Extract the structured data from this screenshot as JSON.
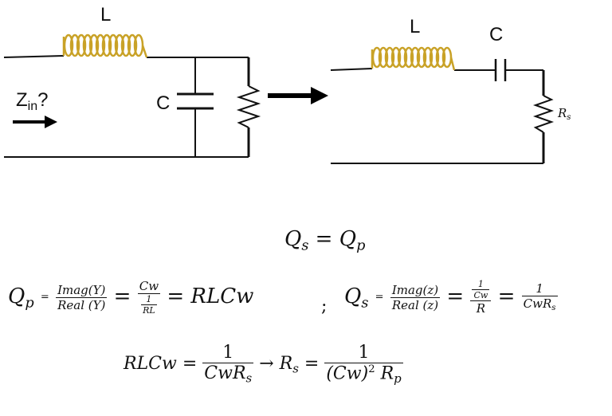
{
  "left_circuit": {
    "inductor_label": "L",
    "capacitor_label": "C",
    "zin_base": "Z",
    "zin_sub": "in",
    "zin_q": "?"
  },
  "right_circuit": {
    "inductor_label": "L",
    "capacitor_label": "C",
    "resistor_base": "R",
    "resistor_sub": "s"
  },
  "colors": {
    "coil": "#c9a227",
    "wire": "#111111",
    "arrow": "#000000"
  },
  "equations": {
    "q_equal": {
      "lhs": "Q",
      "lhs_sub": "s",
      "eq": "=",
      "rhs": "Q",
      "rhs_sub": "p"
    },
    "qp": {
      "lhs": "Q",
      "lhs_sub": "p",
      "eq1": "=",
      "num": "Imag(Y)",
      "den": "Real (Y)",
      "eq2": "=",
      "num2": "Cw",
      "den2_num": "1",
      "den2_den": "RL",
      "eq3": "=",
      "result": "RLCw"
    },
    "separator": ";",
    "qs": {
      "lhs": "Q",
      "lhs_sub": "s",
      "eq1": "=",
      "num": "Imag(z)",
      "den": "Real (z)",
      "eq2": "=",
      "num2_num": "1",
      "num2_den": "Cw",
      "den2": "R",
      "eq3": "=",
      "num3": "1",
      "den3": "CwR",
      "den3_sub": "s"
    },
    "final": {
      "lhs": "RLCw",
      "eq1": "=",
      "num": "1",
      "den": "CwR",
      "den_sub": "s",
      "arrow": "→",
      "rs": "R",
      "rs_sub": "s",
      "eq2": "=",
      "num2": "1",
      "den2_a": "(Cw)",
      "den2_exp": "2",
      "den2_b": "R",
      "den2_sub": "p"
    }
  }
}
